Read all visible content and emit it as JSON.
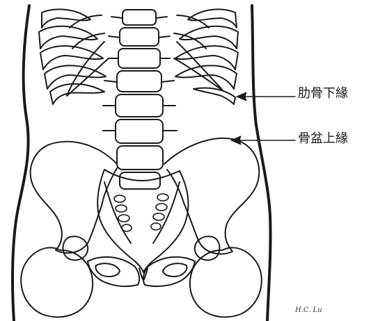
{
  "labels": {
    "rib_lower_margin": "肋骨下緣",
    "pelvis_upper_margin": "骨盆上緣"
  },
  "signature": "H.C. Lu",
  "colors": {
    "line": "#1a1a1a",
    "background": "#ffffff"
  }
}
